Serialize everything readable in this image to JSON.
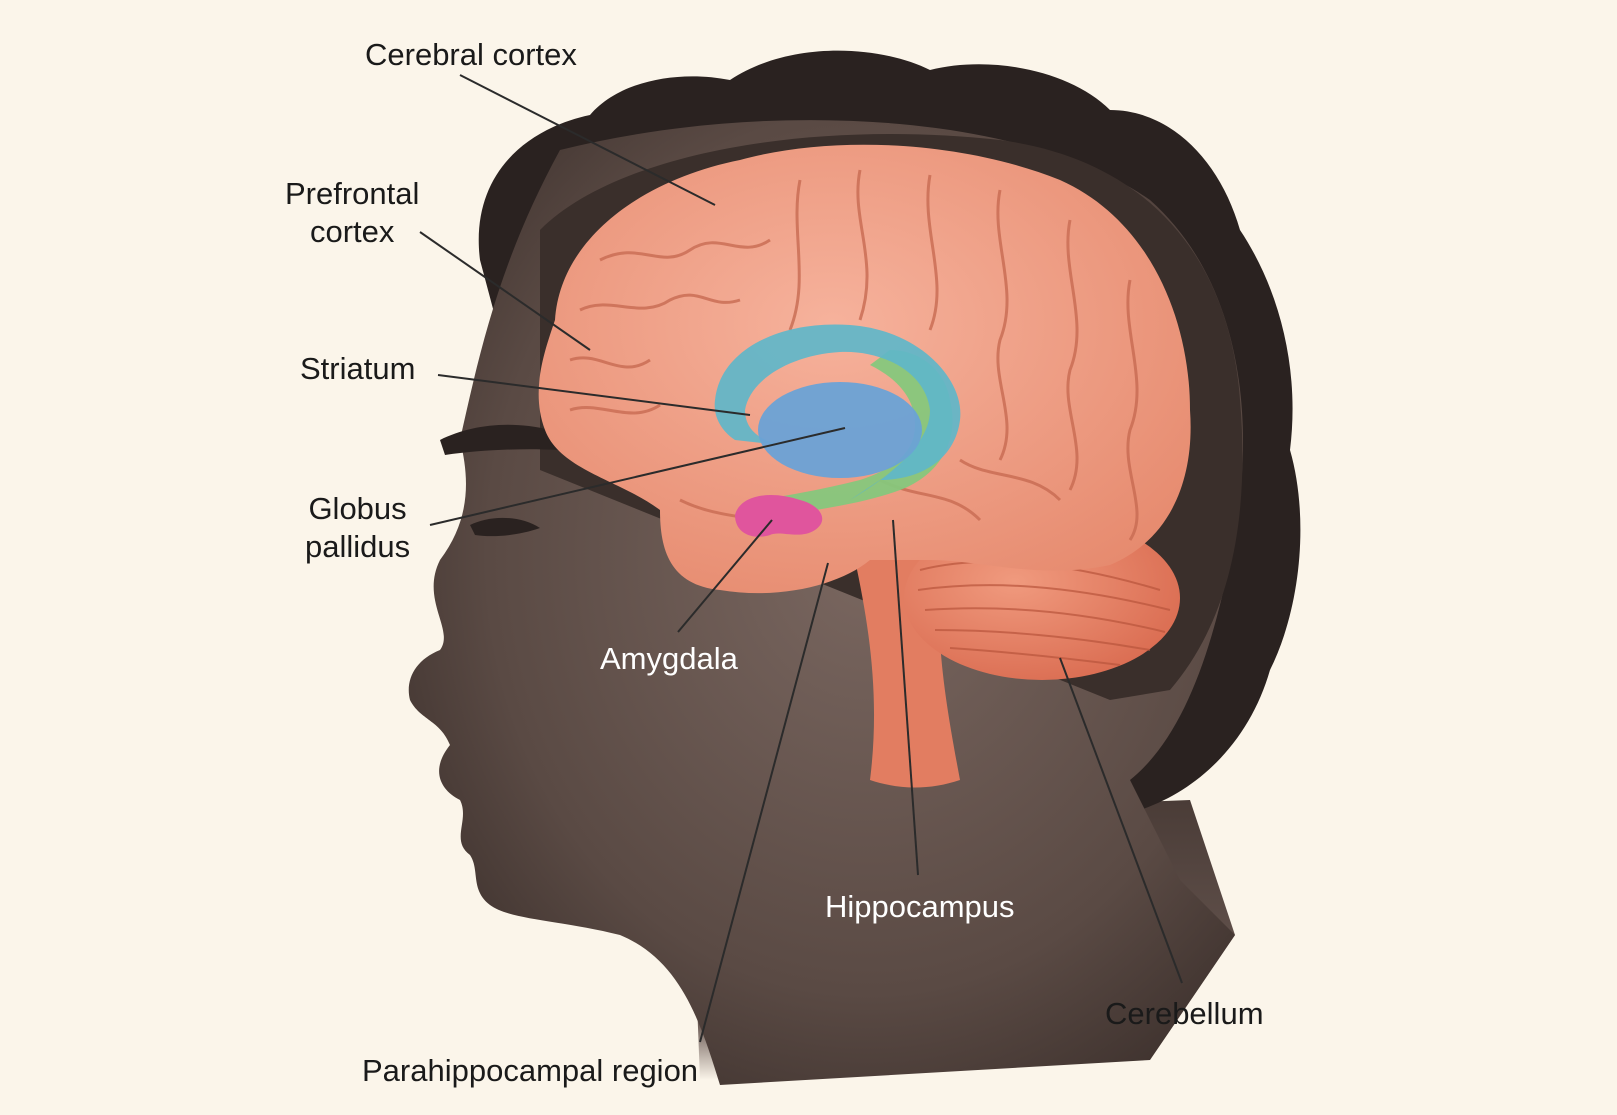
{
  "colors": {
    "background": "#fbf5ea",
    "head": "#5a4a44",
    "hair": "#2a2220",
    "brain": "#ee9c82",
    "striatum": "#5fb6c9",
    "globus_pallidus": "#6aa2d6",
    "hippocampus": "#86c77c",
    "amygdala": "#e0559d",
    "cerebellum": "#e27d61",
    "brainstem": "#e27d61",
    "leader_line": "#2b2b2b",
    "label_dark": "#1a1a1a",
    "label_light": "#ffffff"
  },
  "labels": {
    "cerebral_cortex": "Cerebral cortex",
    "prefrontal_cortex": [
      "Prefrontal",
      "cortex"
    ],
    "striatum": "Striatum",
    "globus_pallidus": [
      "Globus",
      "pallidus"
    ],
    "amygdala": "Amygdala",
    "parahippocampal_region": "Parahippocampal region",
    "hippocampus": "Hippocampus",
    "cerebellum": "Cerebellum"
  }
}
